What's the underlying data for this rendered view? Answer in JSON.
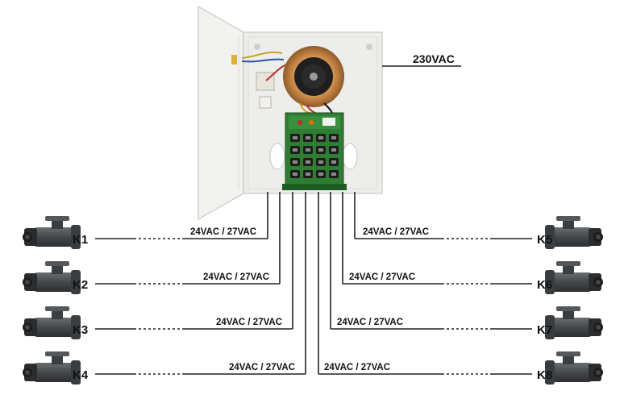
{
  "supply": {
    "label": "230VAC"
  },
  "cameras": [
    {
      "id": "K1",
      "voltage": "24VAC / 27VAC"
    },
    {
      "id": "K2",
      "voltage": "24VAC / 27VAC"
    },
    {
      "id": "K3",
      "voltage": "24VAC / 27VAC"
    },
    {
      "id": "K4",
      "voltage": "24VAC / 27VAC"
    },
    {
      "id": "K5",
      "voltage": "24VAC / 27VAC"
    },
    {
      "id": "K6",
      "voltage": "24VAC / 27VAC"
    },
    {
      "id": "K7",
      "voltage": "24VAC / 27VAC"
    },
    {
      "id": "K8",
      "voltage": "24VAC / 27VAC"
    }
  ],
  "colors": {
    "enclosure": "#ededeb",
    "pcb": "#2e7d32",
    "transformer": "#c98b4a",
    "camera": "#4a4d50",
    "wire": "#222222"
  }
}
